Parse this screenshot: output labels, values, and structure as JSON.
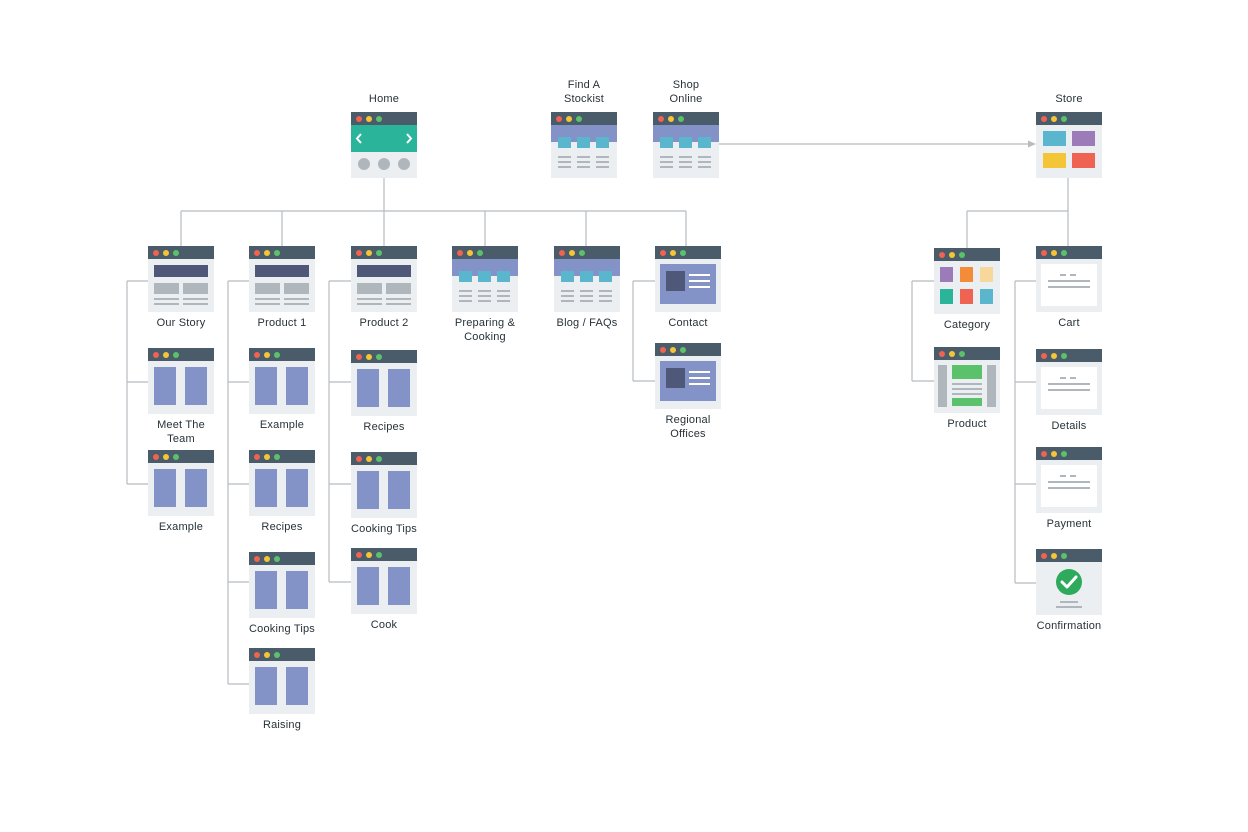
{
  "colors": {
    "titlebar": "#4a5b69",
    "window_bg": "#eceff1",
    "dot_red": "#ee6352",
    "dot_yellow": "#f4c536",
    "dot_green": "#5bc26b",
    "hero_teal": "#2ab59a",
    "panel_blue": "#8393c7",
    "tile_cyan": "#5ab6cd",
    "bar_gray": "#b0b7bc",
    "dark_bar": "#4f5878",
    "connector": "#b8bcc0"
  },
  "nodes": {
    "home": {
      "label": "Home",
      "icon": "home-slider-wireframe"
    },
    "find_stockist": {
      "label": "Find A\nStockist",
      "icon": "grid-tiles-wireframe"
    },
    "shop_online": {
      "label": "Shop\nOnline",
      "icon": "grid-tiles-wireframe"
    },
    "store": {
      "label": "Store",
      "icon": "store-grid-wireframe"
    },
    "our_story": {
      "label": "Our Story",
      "icon": "content-wireframe"
    },
    "meet_team": {
      "label": "Meet The\nTeam",
      "icon": "two-column-wireframe"
    },
    "example_a": {
      "label": "Example",
      "icon": "two-column-wireframe"
    },
    "product1": {
      "label": "Product 1",
      "icon": "content-wireframe"
    },
    "example_b": {
      "label": "Example",
      "icon": "two-column-wireframe"
    },
    "recipes_a": {
      "label": "Recipes",
      "icon": "two-column-wireframe"
    },
    "cooking_tips_a": {
      "label": "Cooking Tips",
      "icon": "two-column-wireframe"
    },
    "raising": {
      "label": "Raising",
      "icon": "two-column-wireframe"
    },
    "product2": {
      "label": "Product 2",
      "icon": "content-wireframe"
    },
    "recipes_b": {
      "label": "Recipes",
      "icon": "two-column-wireframe"
    },
    "cooking_tips_b": {
      "label": "Cooking Tips",
      "icon": "two-column-wireframe"
    },
    "cook": {
      "label": "Cook",
      "icon": "two-column-wireframe"
    },
    "preparing": {
      "label": "Preparing &\nCooking",
      "icon": "grid-tiles-wireframe"
    },
    "blog": {
      "label": "Blog / FAQs",
      "icon": "grid-tiles-wireframe"
    },
    "contact": {
      "label": "Contact",
      "icon": "contact-card-wireframe"
    },
    "regional": {
      "label": "Regional\nOffices",
      "icon": "contact-card-wireframe"
    },
    "category": {
      "label": "Category",
      "icon": "category-grid-wireframe"
    },
    "product": {
      "label": "Product",
      "icon": "product-detail-wireframe"
    },
    "cart": {
      "label": "Cart",
      "icon": "form-wireframe"
    },
    "details": {
      "label": "Details",
      "icon": "form-wireframe"
    },
    "payment": {
      "label": "Payment",
      "icon": "form-wireframe"
    },
    "confirmation": {
      "label": "Confirmation",
      "icon": "check-circle-icon"
    }
  }
}
